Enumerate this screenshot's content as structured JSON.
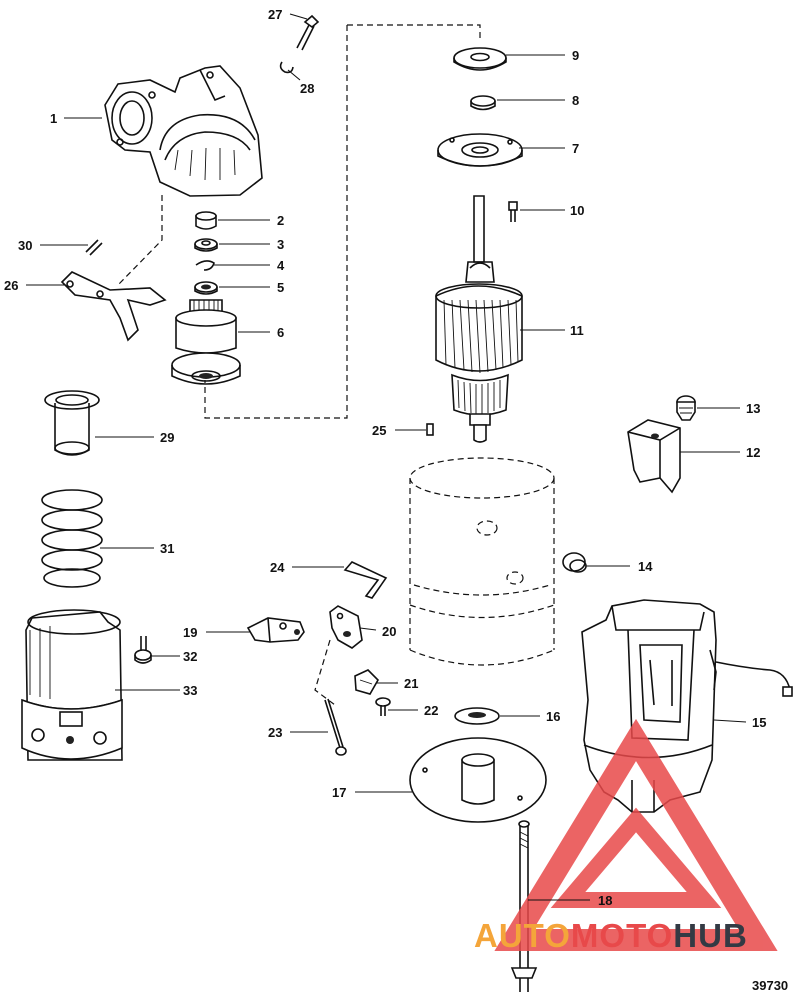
{
  "diagram_number": "39730",
  "watermark": {
    "text_auto": "AUTO",
    "text_moto": "MOTO",
    "text_hub": "HUB",
    "color_red": "#e8494a",
    "color_orange": "#f4a53a",
    "color_dark": "#333a44"
  },
  "callouts": [
    {
      "id": "c1",
      "label": "1"
    },
    {
      "id": "c2",
      "label": "2"
    },
    {
      "id": "c3",
      "label": "3"
    },
    {
      "id": "c4",
      "label": "4"
    },
    {
      "id": "c5",
      "label": "5"
    },
    {
      "id": "c6",
      "label": "6"
    },
    {
      "id": "c7",
      "label": "7"
    },
    {
      "id": "c8",
      "label": "8"
    },
    {
      "id": "c9",
      "label": "9"
    },
    {
      "id": "c10",
      "label": "10"
    },
    {
      "id": "c11",
      "label": "11"
    },
    {
      "id": "c12",
      "label": "12"
    },
    {
      "id": "c13",
      "label": "13"
    },
    {
      "id": "c14",
      "label": "14"
    },
    {
      "id": "c15",
      "label": "15"
    },
    {
      "id": "c16",
      "label": "16"
    },
    {
      "id": "c17",
      "label": "17"
    },
    {
      "id": "c18",
      "label": "18"
    },
    {
      "id": "c19",
      "label": "19"
    },
    {
      "id": "c20",
      "label": "20"
    },
    {
      "id": "c21",
      "label": "21"
    },
    {
      "id": "c22",
      "label": "22"
    },
    {
      "id": "c23",
      "label": "23"
    },
    {
      "id": "c24",
      "label": "24"
    },
    {
      "id": "c25",
      "label": "25"
    },
    {
      "id": "c26",
      "label": "26"
    },
    {
      "id": "c27",
      "label": "27"
    },
    {
      "id": "c28",
      "label": "28"
    },
    {
      "id": "c29",
      "label": "29"
    },
    {
      "id": "c30",
      "label": "30"
    },
    {
      "id": "c31",
      "label": "31"
    },
    {
      "id": "c32",
      "label": "32"
    },
    {
      "id": "c33",
      "label": "33"
    }
  ]
}
